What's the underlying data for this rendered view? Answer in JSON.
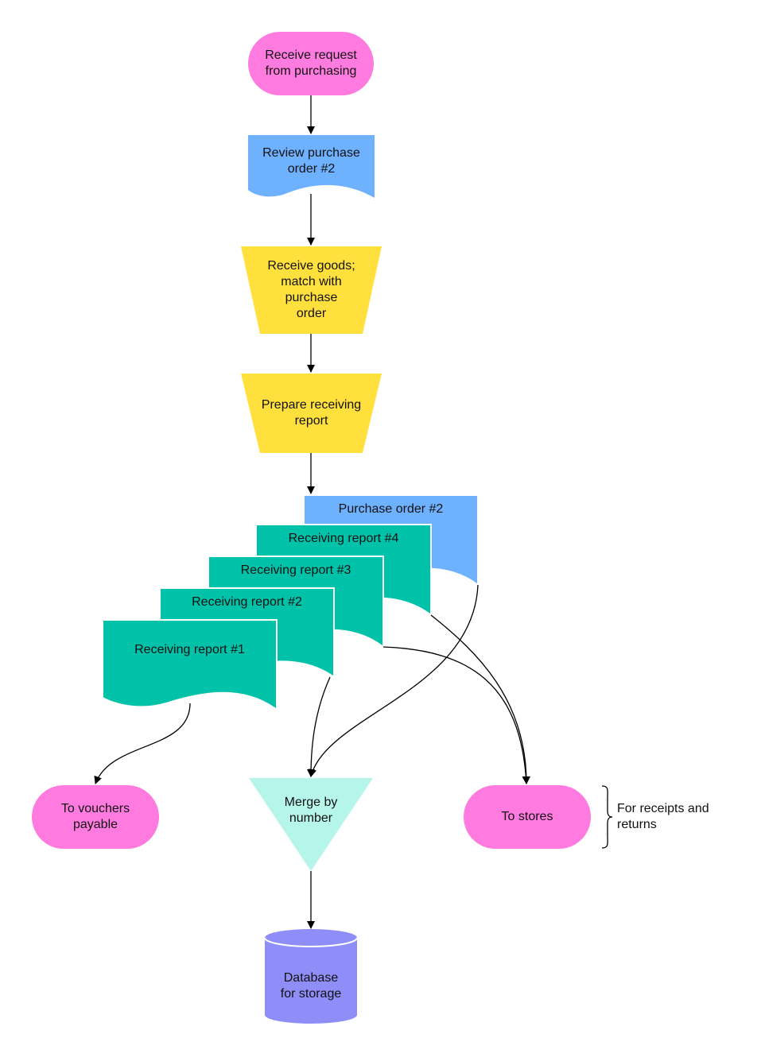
{
  "colors": {
    "terminal": "#FF7BE0",
    "document_blue": "#6EB1FF",
    "manual_op": "#FFE03D",
    "document_green": "#00C2A8",
    "merge": "#B6F5EA",
    "database": "#8F8EF8",
    "line": "#000000"
  },
  "nodes": {
    "receive_request": "Receive request\nfrom purchasing",
    "review_po": "Review purchase\norder #2",
    "receive_goods": "Receive goods;\nmatch with\npurchase\norder",
    "prepare_report": "Prepare receiving\nreport",
    "purchase_order_2": "Purchase order #2",
    "receiving_report_4": "Receiving report #4",
    "receiving_report_3": "Receiving report #3",
    "receiving_report_2": "Receiving report #2",
    "receiving_report_1": "Receiving report #1",
    "to_vouchers": "To vouchers\npayable",
    "merge": "Merge by\nnumber",
    "to_stores": "To stores",
    "database": "Database\nfor storage"
  },
  "annotation": "For receipts and\nreturns"
}
